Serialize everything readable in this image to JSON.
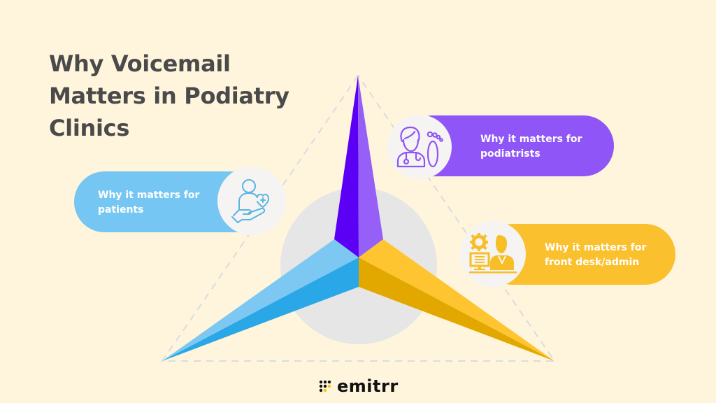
{
  "title": {
    "lines": [
      "Why Voicemail",
      "Matters in Podiatry",
      "Clinics"
    ]
  },
  "cards": [
    {
      "id": "podiatrists",
      "line1": "Why it matters for",
      "line2": "podiatrists",
      "icon": "doctor-foot-icon",
      "color": "#8F55F6"
    },
    {
      "id": "patients",
      "line1": "Why it matters for",
      "line2": "patients",
      "icon": "hand-care-icon",
      "color": "#75C6F2"
    },
    {
      "id": "front-desk",
      "line1": "Why it matters for",
      "line2": "front desk/admin",
      "icon": "admin-desk-icon",
      "color": "#FBC02D"
    }
  ],
  "colors": {
    "background": "#FEF5DC",
    "title": "#4A4A4A",
    "purple_dark": "#5B00F5",
    "purple_light": "#9660F8",
    "blue_light": "#7DC8F2",
    "blue_dark": "#29A7E7",
    "yellow_light": "#FFC530",
    "yellow_dark": "#E2A800",
    "circle_gray": "#E6E6E6",
    "dashed": "#D9DCDF"
  },
  "logo": {
    "text": "emitrr",
    "icon": "emitrr-dots-icon"
  }
}
